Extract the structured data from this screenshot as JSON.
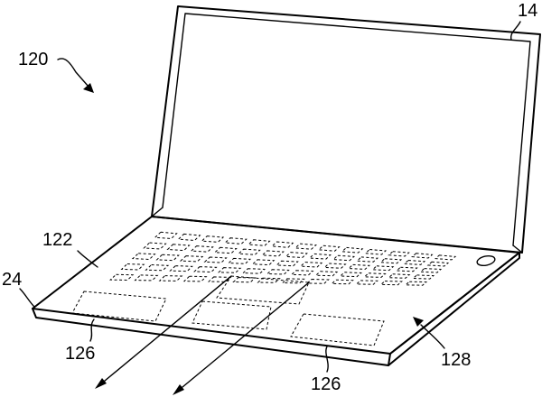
{
  "labels": {
    "device": "120",
    "display": "14",
    "base_edge": "24",
    "keyboard_surface": "122",
    "touch_region_left": "126",
    "touch_region_right": "126",
    "sensing_region": "128"
  },
  "colors": {
    "line": "#000000",
    "background": "#ffffff"
  }
}
